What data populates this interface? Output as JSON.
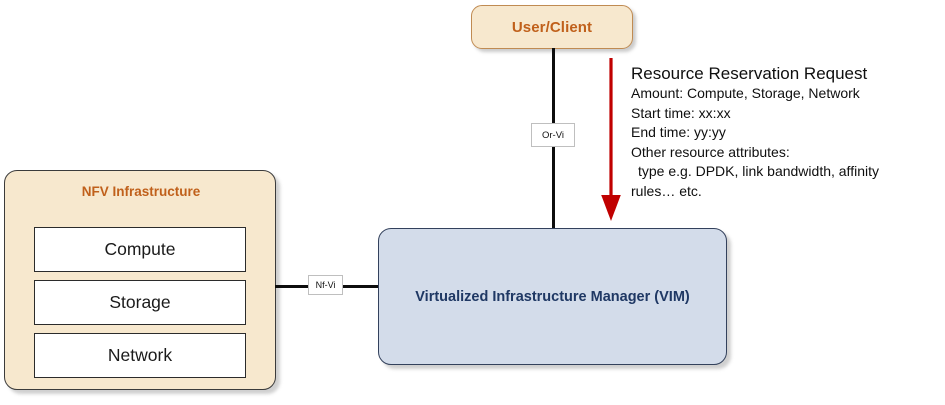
{
  "diagram": {
    "title_text": "Resource Reservation Request",
    "nodes": {
      "user_client": {
        "label": "User/Client"
      },
      "nfvi": {
        "title": "NFV Infrastructure",
        "items": [
          {
            "label": "Compute"
          },
          {
            "label": "Storage"
          },
          {
            "label": "Network"
          }
        ]
      },
      "vim": {
        "label": "Virtualized Infrastructure Manager (VIM)"
      }
    },
    "interfaces": [
      {
        "id": "or-vi",
        "label": "Or-Vi"
      },
      {
        "id": "nf-vi",
        "label": "Nf-Vi"
      }
    ],
    "annotation": {
      "title": "Resource Reservation Request",
      "lines": [
        "Amount: Compute, Storage, Network",
        "Start time: xx:xx",
        "End time: yy:yy",
        "Other resource attributes:",
        "  type e.g. DPDK, link bandwidth, affinity",
        "rules… etc."
      ]
    },
    "colors": {
      "cream_fill": "#F7E8CE",
      "cream_border": "#C08B52",
      "orange_text": "#C0601B",
      "blue_fill": "#D3DCEA",
      "blue_border": "#33415C",
      "blue_text": "#1F3864",
      "arrow_red": "#C00000",
      "connector_black": "#0D0D0D",
      "box_border_dark": "#2B2B2B"
    }
  }
}
